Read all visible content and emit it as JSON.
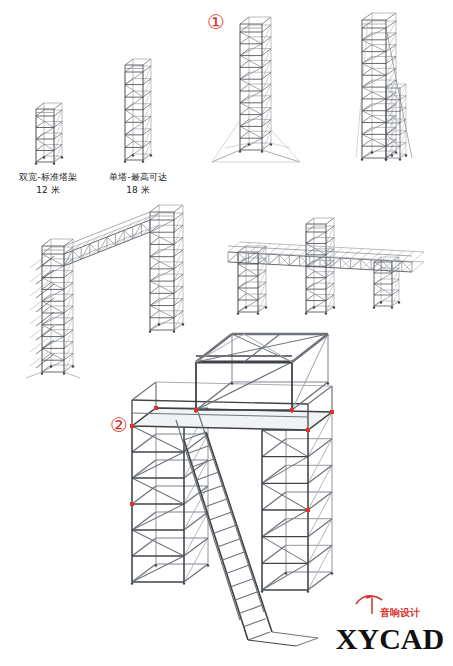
{
  "diagram": {
    "labels": [
      "①",
      "双宽-标准塔架",
      "12 米",
      "单塔-最高可达",
      "18 米",
      "②",
      "音响设计",
      "XYCAD"
    ]
  }
}
